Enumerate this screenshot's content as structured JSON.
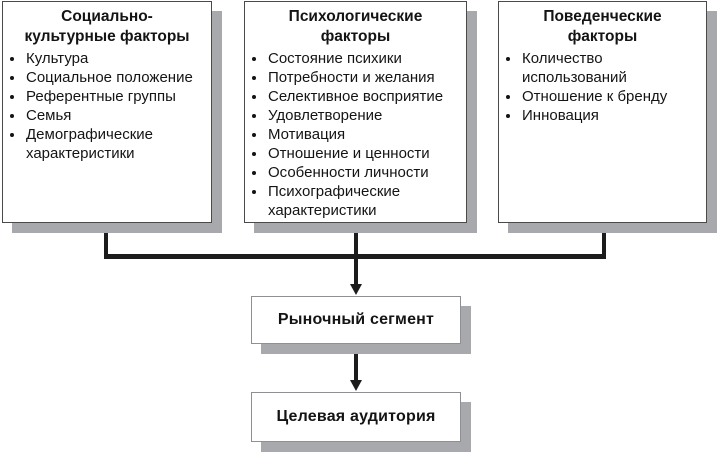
{
  "colors": {
    "background": "#ffffff",
    "box_fill": "#ffffff",
    "factor_box_border": "#4a4a4a",
    "result_box_border": "#8f9093",
    "shadow": "#a8a9ad",
    "connector": "#1c1c1c",
    "text": "#141414"
  },
  "factor_boxes": [
    {
      "title_lines": [
        "Социально-",
        "культурные факторы"
      ],
      "items": [
        "Культура",
        "Социальное положение",
        "Референтные группы",
        "Семья",
        "Демографические характеристики"
      ]
    },
    {
      "title_lines": [
        "Психологические",
        "факторы"
      ],
      "items": [
        "Состояние психики",
        "Потребности и желания",
        "Селективное восприятие",
        "Удовлетворение",
        "Мотивация",
        "Отношение и ценности",
        "Особенности личности",
        "Психографические характеристики"
      ]
    },
    {
      "title_lines": [
        "Поведенческие",
        "факторы"
      ],
      "items": [
        "Количество использований",
        "Отношение к бренду",
        "Инновация"
      ]
    }
  ],
  "result_boxes": [
    {
      "label": "Рыночный сегмент"
    },
    {
      "label": "Целевая аудитория"
    }
  ]
}
